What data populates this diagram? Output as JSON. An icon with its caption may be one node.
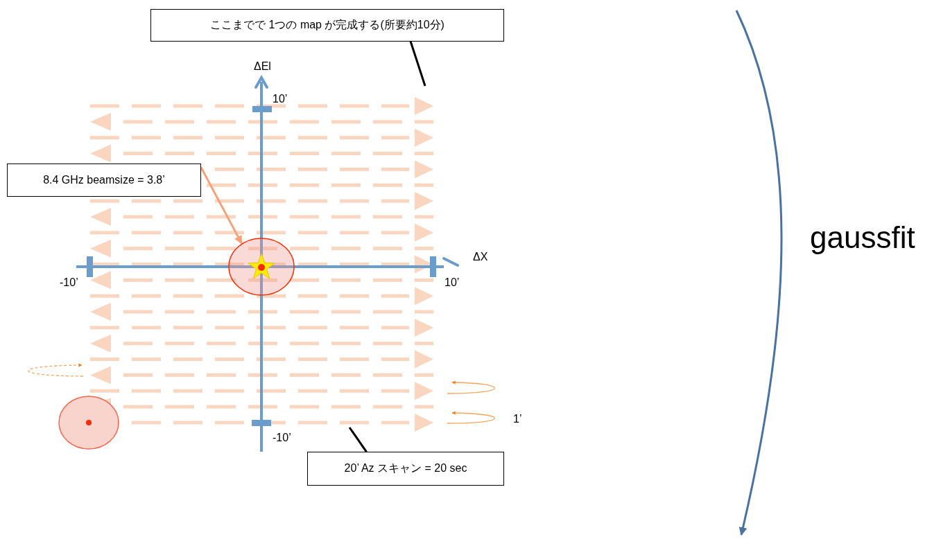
{
  "diagram": {
    "nodes": [
      {
        "text": [
          "ここまでで 1つの map が完成する(所要約10分)"
        ]
      },
      {
        "text": [
          "8.4 GHz beamsize = 3.8’"
        ]
      },
      {
        "text": [],
        "shape": "circle"
      },
      {
        "text": [
          "20’ Az スキャン = 20 sec"
        ]
      }
    ],
    "edges": [
      {
        "from": 0,
        "to": null,
        "arrow": "none"
      },
      {
        "from": 1,
        "to": 2,
        "arrow": "to",
        "color": "#f4a27a"
      },
      {
        "from": 3,
        "to": null,
        "arrow": "none"
      }
    ],
    "labels": [
      "ΔEl",
      "10’",
      "ΔX",
      "gaussfit",
      "-10’",
      "10’",
      "1’",
      "-10’"
    ]
  }
}
